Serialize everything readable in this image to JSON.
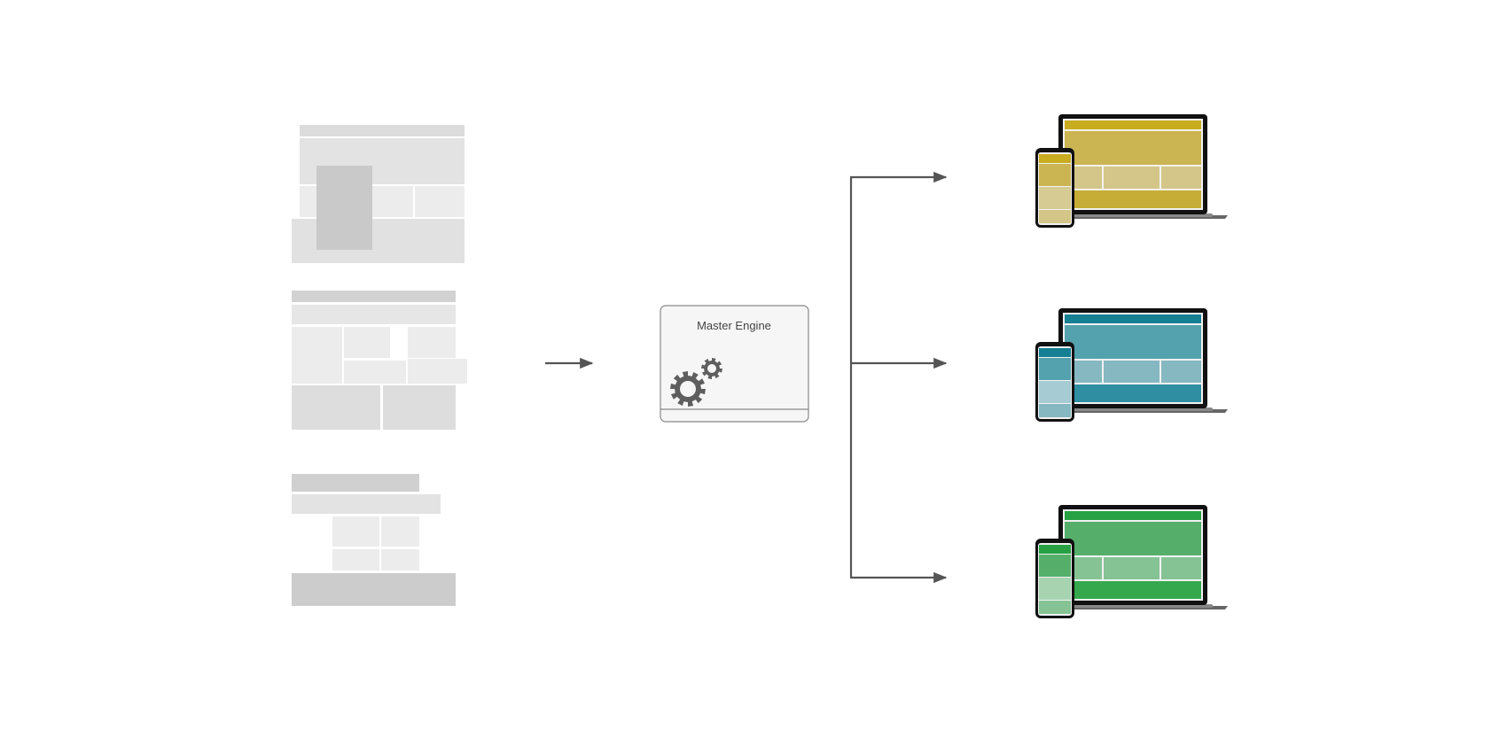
{
  "engine": {
    "label": "Master Engine"
  },
  "colors": {
    "layout_gray_light": "#ececec",
    "layout_gray_mid": "#dedede",
    "layout_gray_dark": "#cccccc",
    "connector": "#555555",
    "engine_fill": "#f6f6f6",
    "engine_border": "#888888",
    "gear": "#5e5e5e",
    "device_frame": "#111111"
  },
  "outputs": [
    {
      "name": "yellow",
      "icon": "laptop-and-phone-icon",
      "colors": {
        "header": "#c9ac1f",
        "body": "#cbb552",
        "cell": "#d4c688",
        "bottom": "#c6ad35",
        "phone_light": "#d6cb92"
      }
    },
    {
      "name": "teal",
      "icon": "laptop-and-phone-icon",
      "colors": {
        "header": "#157f94",
        "body": "#54a2ad",
        "cell": "#86b8c2",
        "bottom": "#2f8ea2",
        "phone_light": "#a6cbd3"
      }
    },
    {
      "name": "green",
      "icon": "laptop-and-phone-icon",
      "colors": {
        "header": "#27a143",
        "body": "#55af6b",
        "cell": "#86c394",
        "bottom": "#35a84e",
        "phone_light": "#a7d3b1"
      }
    }
  ]
}
